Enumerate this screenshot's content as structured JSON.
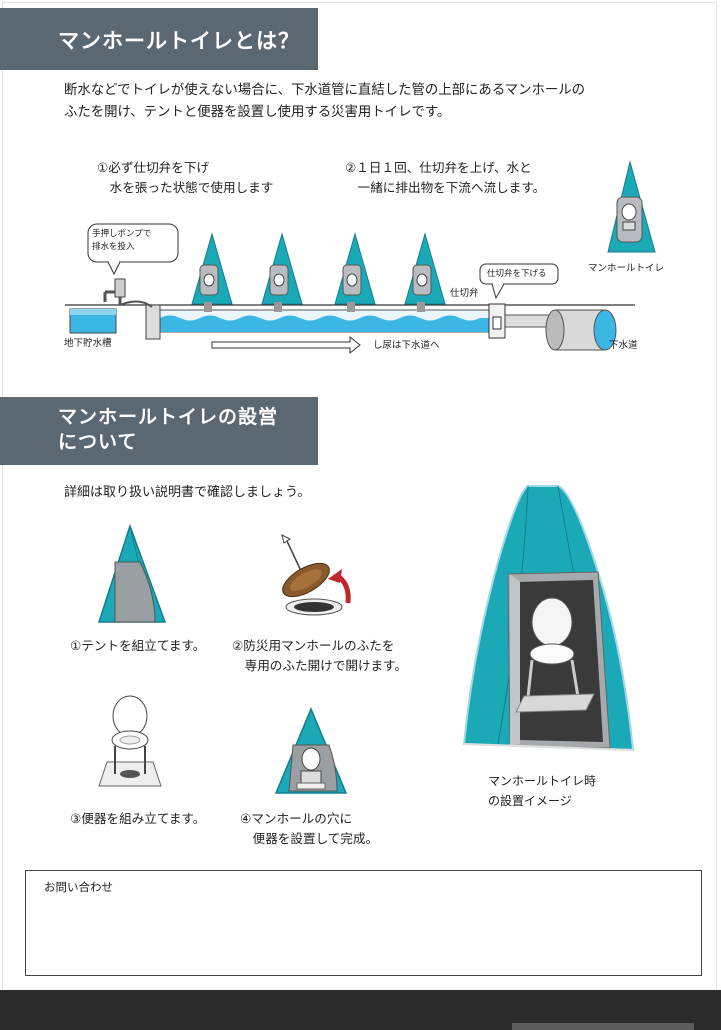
{
  "section1": {
    "title": "マンホールトイレとは？",
    "intro": "断水などでトイレが使えない場合に、下水道管に直結した管の上部にあるマンホールの\nふたを開け、テントと便器を設置し使用する災害用トイレです。"
  },
  "diagram": {
    "step1": "①必ず仕切弁を下げ\n　水を張った状態で使用します",
    "step2": "②１日１回、仕切弁を上げ、水と\n　一緒に排出物を下流へ流します。",
    "pump_bubble": "手押しポンプで\n排水を投入",
    "valve_bubble": "仕切弁を下げる",
    "valve_label": "仕切弁",
    "tank_label": "地下貯水槽",
    "sewer_label": "下水道",
    "flow_label": "し尿は下水道へ",
    "toilet_label": "マンホールトイレ"
  },
  "section2": {
    "title": "マンホールトイレの設営\nについて",
    "note": "詳細は取り扱い説明書で確認しましょう。",
    "steps": [
      "①テントを組立てます。",
      "②防災用マンホールのふたを\n　専用のふた開けで開けます。",
      "③便器を組み立てます。",
      "④マンホールの穴に\n　便器を設置して完成。"
    ],
    "photo_caption": "マンホールトイレ時\nの設置イメージ"
  },
  "contact": {
    "label": "お問い合わせ"
  },
  "colors": {
    "heading_bg": "#5b6771",
    "tent": "#1ba9b8",
    "water": "#3cb6e3",
    "footer": "#2b2b2b"
  }
}
